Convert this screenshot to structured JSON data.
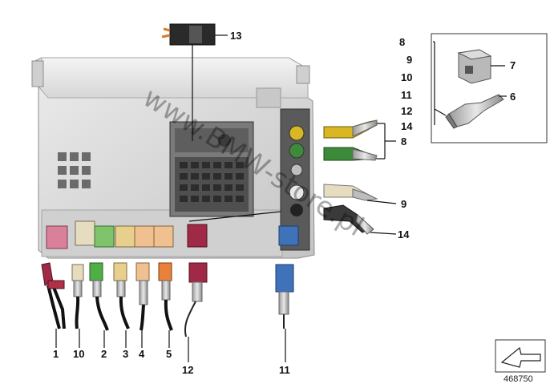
{
  "callouts": {
    "c13": "13",
    "c8": "8",
    "c9": "9",
    "c10": "10",
    "c11": "11",
    "c12": "12",
    "c14": "14",
    "c7": "7",
    "c6": "6",
    "c8b": "8",
    "c9b": "9",
    "c14b": "14",
    "c1": "1",
    "c10b": "10",
    "c2": "2",
    "c3": "3",
    "c4": "4",
    "c5": "5",
    "c12b": "12",
    "c11b": "11"
  },
  "watermark": "www.BMW-store.pl",
  "figure_number": "468750",
  "colors": {
    "pink": "#d9809a",
    "beige": "#e6dcc0",
    "green": "#7fc36a",
    "cream": "#e9cf8e",
    "peach": "#f0c090",
    "orange": "#e8823a",
    "magenta": "#a02a45",
    "blue": "#3f72b8",
    "yellow": "#d9b623",
    "darkgreen": "#3d8b3a",
    "housing": "#d9d9d9"
  },
  "icons": {
    "corner": "navigation-arrow-icon"
  }
}
